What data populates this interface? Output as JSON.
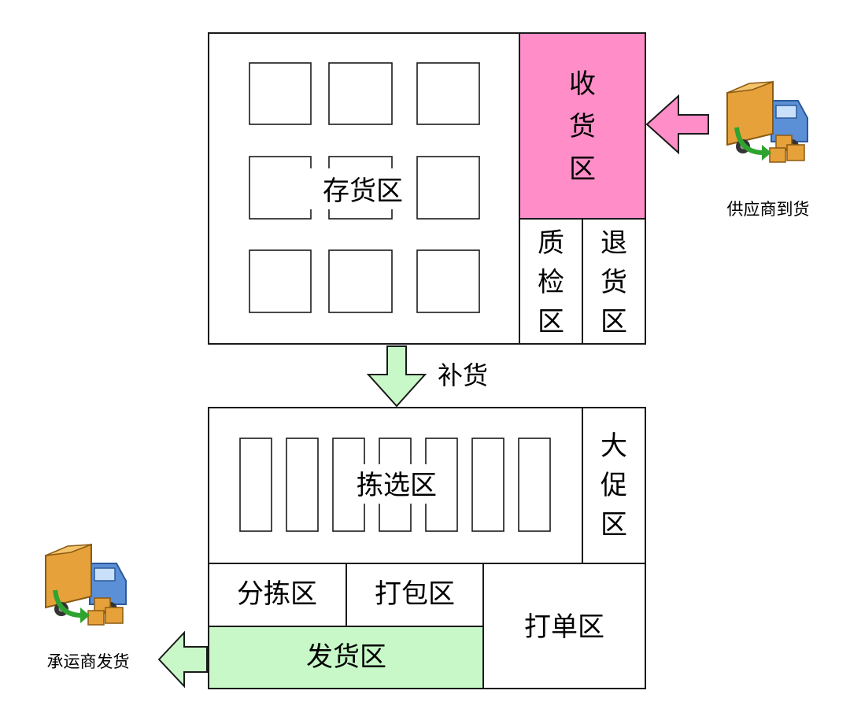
{
  "colors": {
    "receiving": "#ff8ec8",
    "shipping": "#c8f8c8",
    "arrow_in": "#ff8ec8",
    "arrow_flow": "#c8f8c8",
    "arrow_out": "#c8f8c8",
    "stroke": "#1a1a1a"
  },
  "storage": {
    "label": "存货区",
    "receiving": [
      "收",
      "货",
      "区"
    ],
    "qc": [
      "质",
      "检",
      "区"
    ],
    "returns": [
      "退",
      "货",
      "区"
    ]
  },
  "supplier": {
    "label": "供应商到货",
    "icon": "delivery-truck-icon"
  },
  "replenish": {
    "label": "补货"
  },
  "picking": {
    "label": "拣选区",
    "promo": [
      "大",
      "促",
      "区"
    ],
    "sorting": "分拣区",
    "packing": "打包区",
    "printing": "打单区",
    "shipping": "发货区"
  },
  "carrier": {
    "label": "承运商发货",
    "icon": "delivery-truck-icon"
  }
}
